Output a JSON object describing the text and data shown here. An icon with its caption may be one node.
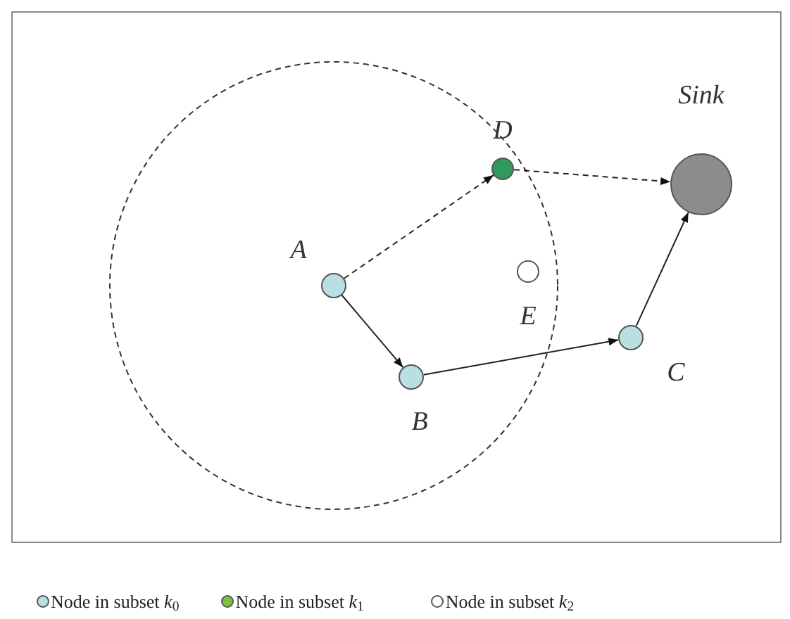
{
  "diagram": {
    "nodes": [
      {
        "text": [],
        "shape": "circle",
        "beside": [
          "A"
        ]
      },
      {
        "text": [],
        "shape": "circle",
        "beside": [
          "B"
        ]
      },
      {
        "text": [],
        "shape": "circle",
        "beside": [
          "C"
        ]
      },
      {
        "text": [],
        "shape": "circle",
        "beside": [
          "D"
        ]
      },
      {
        "text": [],
        "shape": "circle",
        "beside": [
          "E"
        ]
      },
      {
        "text": [],
        "shape": "circle",
        "beside": [
          "Sink"
        ]
      }
    ],
    "edges": [
      {
        "from": 0,
        "to": 3,
        "arrow": "to",
        "style": "dashed"
      },
      {
        "from": 3,
        "to": 5,
        "arrow": "to",
        "style": "dashed"
      },
      {
        "from": 0,
        "to": 1,
        "arrow": "to"
      },
      {
        "from": 1,
        "to": 2,
        "arrow": "to"
      },
      {
        "from": 2,
        "to": 5,
        "arrow": "to"
      }
    ],
    "legend": [
      {
        "text": "Node in subset *k*$_{0}$",
        "color": "#b9dfe2"
      },
      {
        "text": "Node in subset *k*$_{1}$",
        "color": "#7cc242"
      },
      {
        "text": "Node in subset *k*$_{2}$",
        "color": "#ffffff"
      }
    ]
  }
}
